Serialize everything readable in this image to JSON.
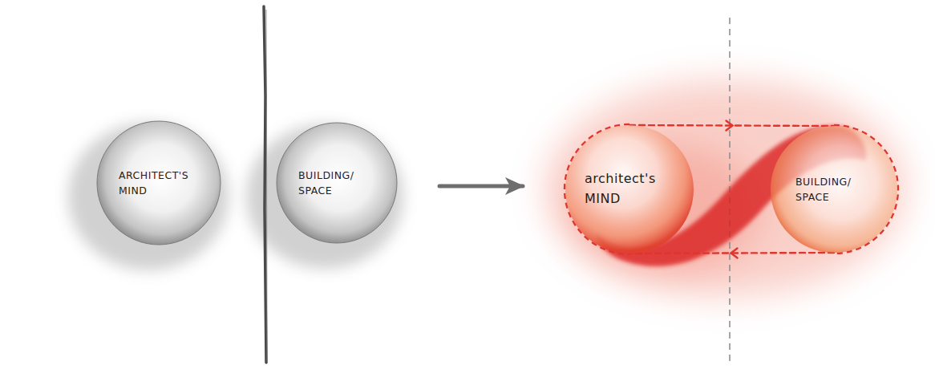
{
  "diagram": {
    "nodes": [
      {
        "text": [
          "ARCHITECT'S MIND"
        ]
      },
      {
        "text": [
          "BUILDING/ SPACE"
        ]
      },
      {
        "text": [
          "architect's MIND"
        ]
      },
      {
        "text": [
          "BUILDING/ SPACE"
        ]
      }
    ],
    "edges": [
      {
        "from": 1,
        "to": 2,
        "arrow": "to"
      },
      {
        "from": 2,
        "to": 3,
        "arrow": "to"
      },
      {
        "from": 3,
        "to": 2,
        "arrow": "to"
      }
    ]
  }
}
